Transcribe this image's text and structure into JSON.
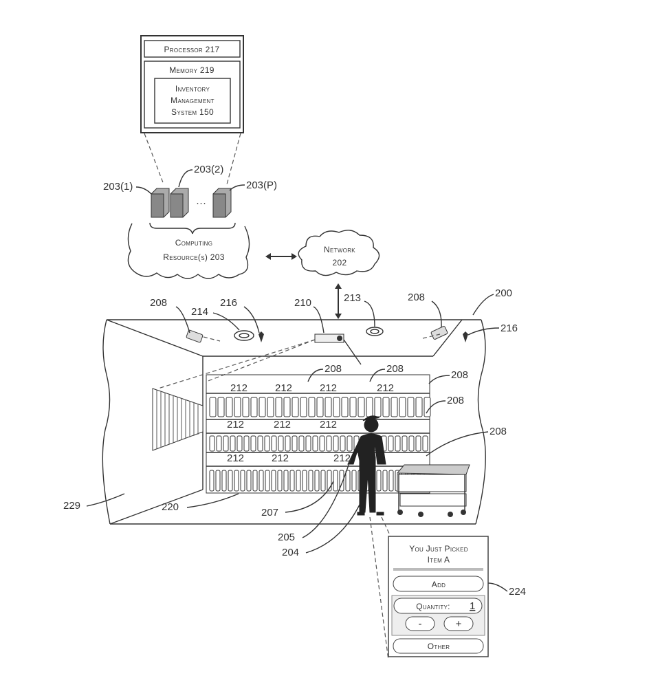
{
  "processor_box": {
    "processor": "Processor 217",
    "memory": "Memory 219",
    "ims_line1": "Inventory",
    "ims_line2": "Management",
    "ims_line3": "System 150"
  },
  "servers": {
    "s1": "203(1)",
    "s2": "203(2)",
    "sp": "203(P)"
  },
  "computing_cloud": {
    "line1": "Computing",
    "line2": "Resource(s) 203"
  },
  "network_cloud": {
    "line1": "Network",
    "line2": "202"
  },
  "labels": {
    "cam_left": "208",
    "l214": "214",
    "l216_left": "216",
    "l210": "210",
    "l213": "213",
    "cam_right": "208",
    "l200": "200",
    "l216_right": "216",
    "shelf_208_a": "208",
    "shelf_208_b": "208",
    "shelf_208_c": "208",
    "shelf_208_d": "208",
    "shelf_208_e": "208",
    "l229": "229",
    "l220": "220",
    "l207": "207",
    "l205": "205",
    "l204": "204",
    "l224": "224",
    "l212": "212"
  },
  "device": {
    "title_line1": "You Just Picked",
    "title_line2": "Item A",
    "add": "Add",
    "quantity_label": "Quantity:",
    "quantity_value": "1",
    "minus": "-",
    "plus": "+",
    "other": "Other"
  }
}
